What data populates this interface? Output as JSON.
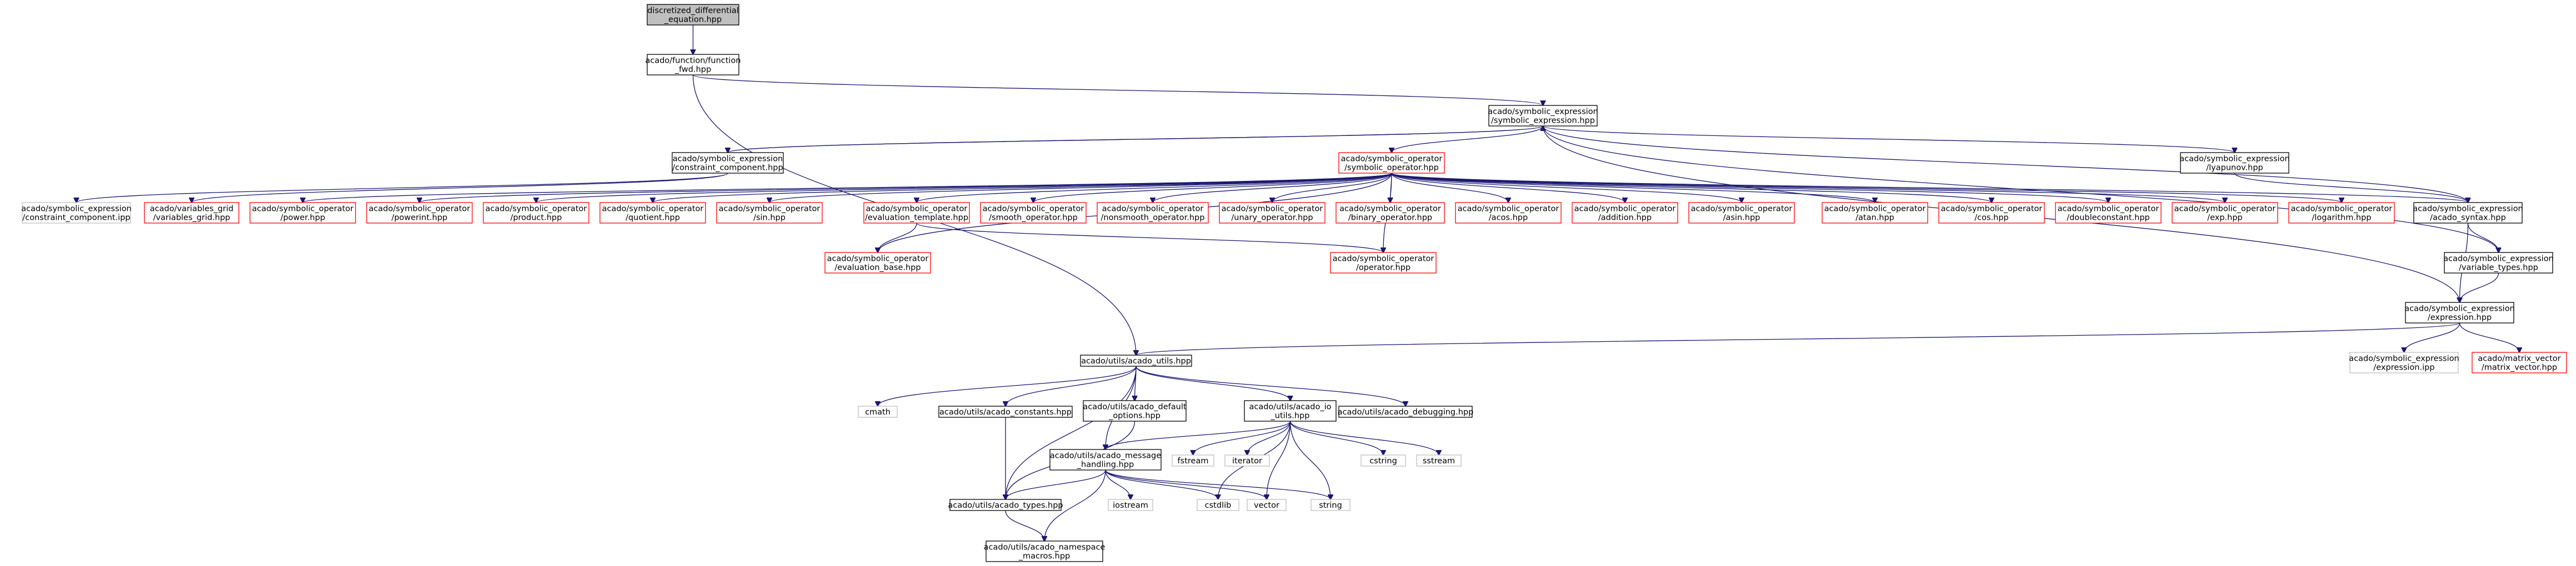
{
  "colors": {
    "edge": "#191970",
    "root_fill": "#bfbfbf",
    "red_border": "#ff0000",
    "grey_border": "#bfbfbf",
    "black_border": "#000000"
  },
  "nodes": [
    {
      "id": "root",
      "lines": [
        "discretized_differential",
        "_equation.hpp"
      ],
      "style": "root"
    },
    {
      "id": "fcn",
      "lines": [
        "acado/function/function",
        "_fwd.hpp"
      ],
      "style": "normal"
    },
    {
      "id": "symexpr",
      "lines": [
        "acado/symbolic_expression",
        "/symbolic_expression.hpp"
      ],
      "style": "normal"
    },
    {
      "id": "constr",
      "lines": [
        "acado/symbolic_expression",
        "/constraint_component.hpp"
      ],
      "style": "normal"
    },
    {
      "id": "symop",
      "lines": [
        "acado/symbolic_operator",
        "/symbolic_operator.hpp"
      ],
      "style": "red"
    },
    {
      "id": "lyap",
      "lines": [
        "acado/symbolic_expression",
        "/lyapunov.hpp"
      ],
      "style": "normal"
    },
    {
      "id": "syntax",
      "lines": [
        "acado/symbolic_expression",
        "/acado_syntax.hpp"
      ],
      "style": "normal"
    },
    {
      "id": "ccipp",
      "lines": [
        "acado/symbolic_expression",
        "/constraint_component.ipp"
      ],
      "style": "grey"
    },
    {
      "id": "vgrid",
      "lines": [
        "acado/variables_grid",
        "/variables_grid.hpp"
      ],
      "style": "red"
    },
    {
      "id": "power",
      "lines": [
        "acado/symbolic_operator",
        "/power.hpp"
      ],
      "style": "red"
    },
    {
      "id": "powerint",
      "lines": [
        "acado/symbolic_operator",
        "/powerint.hpp"
      ],
      "style": "red"
    },
    {
      "id": "product",
      "lines": [
        "acado/symbolic_operator",
        "/product.hpp"
      ],
      "style": "red"
    },
    {
      "id": "quotient",
      "lines": [
        "acado/symbolic_operator",
        "/quotient.hpp"
      ],
      "style": "red"
    },
    {
      "id": "sin",
      "lines": [
        "acado/symbolic_operator",
        "/sin.hpp"
      ],
      "style": "red"
    },
    {
      "id": "evaltpl",
      "lines": [
        "acado/symbolic_operator",
        "/evaluation_template.hpp"
      ],
      "style": "red"
    },
    {
      "id": "smooth",
      "lines": [
        "acado/symbolic_operator",
        "/smooth_operator.hpp"
      ],
      "style": "red"
    },
    {
      "id": "nonsmooth",
      "lines": [
        "acado/symbolic_operator",
        "/nonsmooth_operator.hpp"
      ],
      "style": "red"
    },
    {
      "id": "unary",
      "lines": [
        "acado/symbolic_operator",
        "/unary_operator.hpp"
      ],
      "style": "red"
    },
    {
      "id": "binary",
      "lines": [
        "acado/symbolic_operator",
        "/binary_operator.hpp"
      ],
      "style": "red"
    },
    {
      "id": "acos",
      "lines": [
        "acado/symbolic_operator",
        "/acos.hpp"
      ],
      "style": "red"
    },
    {
      "id": "addition",
      "lines": [
        "acado/symbolic_operator",
        "/addition.hpp"
      ],
      "style": "red"
    },
    {
      "id": "asin",
      "lines": [
        "acado/symbolic_operator",
        "/asin.hpp"
      ],
      "style": "red"
    },
    {
      "id": "atan",
      "lines": [
        "acado/symbolic_operator",
        "/atan.hpp"
      ],
      "style": "red"
    },
    {
      "id": "cos",
      "lines": [
        "acado/symbolic_operator",
        "/cos.hpp"
      ],
      "style": "red"
    },
    {
      "id": "dconst",
      "lines": [
        "acado/symbolic_operator",
        "/doubleconstant.hpp"
      ],
      "style": "red"
    },
    {
      "id": "exp",
      "lines": [
        "acado/symbolic_operator",
        "/exp.hpp"
      ],
      "style": "red"
    },
    {
      "id": "log",
      "lines": [
        "acado/symbolic_operator",
        "/logarithm.hpp"
      ],
      "style": "red"
    },
    {
      "id": "evalbase",
      "lines": [
        "acado/symbolic_operator",
        "/evaluation_base.hpp"
      ],
      "style": "red"
    },
    {
      "id": "operator",
      "lines": [
        "acado/symbolic_operator",
        "/operator.hpp"
      ],
      "style": "red"
    },
    {
      "id": "vartypes",
      "lines": [
        "acado/symbolic_expression",
        "/variable_types.hpp"
      ],
      "style": "normal"
    },
    {
      "id": "expr",
      "lines": [
        "acado/symbolic_expression",
        "/expression.hpp"
      ],
      "style": "normal"
    },
    {
      "id": "expripp",
      "lines": [
        "acado/symbolic_expression",
        "/expression.ipp"
      ],
      "style": "grey"
    },
    {
      "id": "matvec",
      "lines": [
        "acado/matrix_vector",
        "/matrix_vector.hpp"
      ],
      "style": "red"
    },
    {
      "id": "utils",
      "lines": [
        "acado/utils/acado_utils.hpp"
      ],
      "style": "normal"
    },
    {
      "id": "cmath",
      "lines": [
        "cmath"
      ],
      "style": "grey"
    },
    {
      "id": "consts",
      "lines": [
        "acado/utils/acado_constants.hpp"
      ],
      "style": "normal"
    },
    {
      "id": "defopt",
      "lines": [
        "acado/utils/acado_default",
        "_options.hpp"
      ],
      "style": "normal"
    },
    {
      "id": "io",
      "lines": [
        "acado/utils/acado_io",
        "_utils.hpp"
      ],
      "style": "normal"
    },
    {
      "id": "debug",
      "lines": [
        "acado/utils/acado_debugging.hpp"
      ],
      "style": "normal"
    },
    {
      "id": "msg",
      "lines": [
        "acado/utils/acado_message",
        "_handling.hpp"
      ],
      "style": "normal"
    },
    {
      "id": "fstream",
      "lines": [
        "fstream"
      ],
      "style": "grey"
    },
    {
      "id": "iterator",
      "lines": [
        "iterator"
      ],
      "style": "grey"
    },
    {
      "id": "cstring",
      "lines": [
        "cstring"
      ],
      "style": "grey"
    },
    {
      "id": "sstream",
      "lines": [
        "sstream"
      ],
      "style": "grey"
    },
    {
      "id": "types",
      "lines": [
        "acado/utils/acado_types.hpp"
      ],
      "style": "normal"
    },
    {
      "id": "iostream",
      "lines": [
        "iostream"
      ],
      "style": "grey"
    },
    {
      "id": "cstdlib",
      "lines": [
        "cstdlib"
      ],
      "style": "grey"
    },
    {
      "id": "vector",
      "lines": [
        "vector"
      ],
      "style": "grey"
    },
    {
      "id": "string",
      "lines": [
        "string"
      ],
      "style": "grey"
    },
    {
      "id": "nsmacros",
      "lines": [
        "acado/utils/acado_namespace",
        "_macros.hpp"
      ],
      "style": "normal"
    }
  ],
  "edges": [
    [
      "root",
      "fcn"
    ],
    [
      "fcn",
      "symexpr"
    ],
    [
      "fcn",
      "utils"
    ],
    [
      "symexpr",
      "constr"
    ],
    [
      "symexpr",
      "symop"
    ],
    [
      "symexpr",
      "lyap"
    ],
    [
      "symexpr",
      "syntax"
    ],
    [
      "symexpr",
      "vartypes"
    ],
    [
      "symexpr",
      "expr"
    ],
    [
      "constr",
      "symexpr"
    ],
    [
      "constr",
      "ccipp"
    ],
    [
      "constr",
      "vgrid"
    ],
    [
      "symop",
      "power"
    ],
    [
      "symop",
      "powerint"
    ],
    [
      "symop",
      "product"
    ],
    [
      "symop",
      "quotient"
    ],
    [
      "symop",
      "sin"
    ],
    [
      "symop",
      "evaltpl"
    ],
    [
      "symop",
      "smooth"
    ],
    [
      "symop",
      "nonsmooth"
    ],
    [
      "symop",
      "unary"
    ],
    [
      "symop",
      "binary"
    ],
    [
      "symop",
      "acos"
    ],
    [
      "symop",
      "addition"
    ],
    [
      "symop",
      "asin"
    ],
    [
      "symop",
      "atan"
    ],
    [
      "symop",
      "cos"
    ],
    [
      "symop",
      "dconst"
    ],
    [
      "symop",
      "exp"
    ],
    [
      "symop",
      "log"
    ],
    [
      "symop",
      "evalbase"
    ],
    [
      "symop",
      "operator"
    ],
    [
      "symop",
      "syntax"
    ],
    [
      "evaltpl",
      "evalbase"
    ],
    [
      "evaltpl",
      "operator"
    ],
    [
      "lyap",
      "syntax"
    ],
    [
      "syntax",
      "vartypes"
    ],
    [
      "syntax",
      "expr"
    ],
    [
      "vartypes",
      "expr"
    ],
    [
      "expr",
      "utils"
    ],
    [
      "expr",
      "expripp"
    ],
    [
      "expr",
      "matvec"
    ],
    [
      "utils",
      "cmath"
    ],
    [
      "utils",
      "consts"
    ],
    [
      "utils",
      "defopt"
    ],
    [
      "utils",
      "io"
    ],
    [
      "utils",
      "debug"
    ],
    [
      "utils",
      "msg"
    ],
    [
      "utils",
      "types"
    ],
    [
      "consts",
      "types"
    ],
    [
      "defopt",
      "types"
    ],
    [
      "io",
      "msg"
    ],
    [
      "io",
      "fstream"
    ],
    [
      "io",
      "iterator"
    ],
    [
      "io",
      "cstring"
    ],
    [
      "io",
      "sstream"
    ],
    [
      "io",
      "cstdlib"
    ],
    [
      "io",
      "vector"
    ],
    [
      "io",
      "string"
    ],
    [
      "msg",
      "types"
    ],
    [
      "msg",
      "iostream"
    ],
    [
      "msg",
      "cstdlib"
    ],
    [
      "msg",
      "vector"
    ],
    [
      "msg",
      "string"
    ],
    [
      "msg",
      "nsmacros"
    ],
    [
      "types",
      "nsmacros"
    ]
  ]
}
